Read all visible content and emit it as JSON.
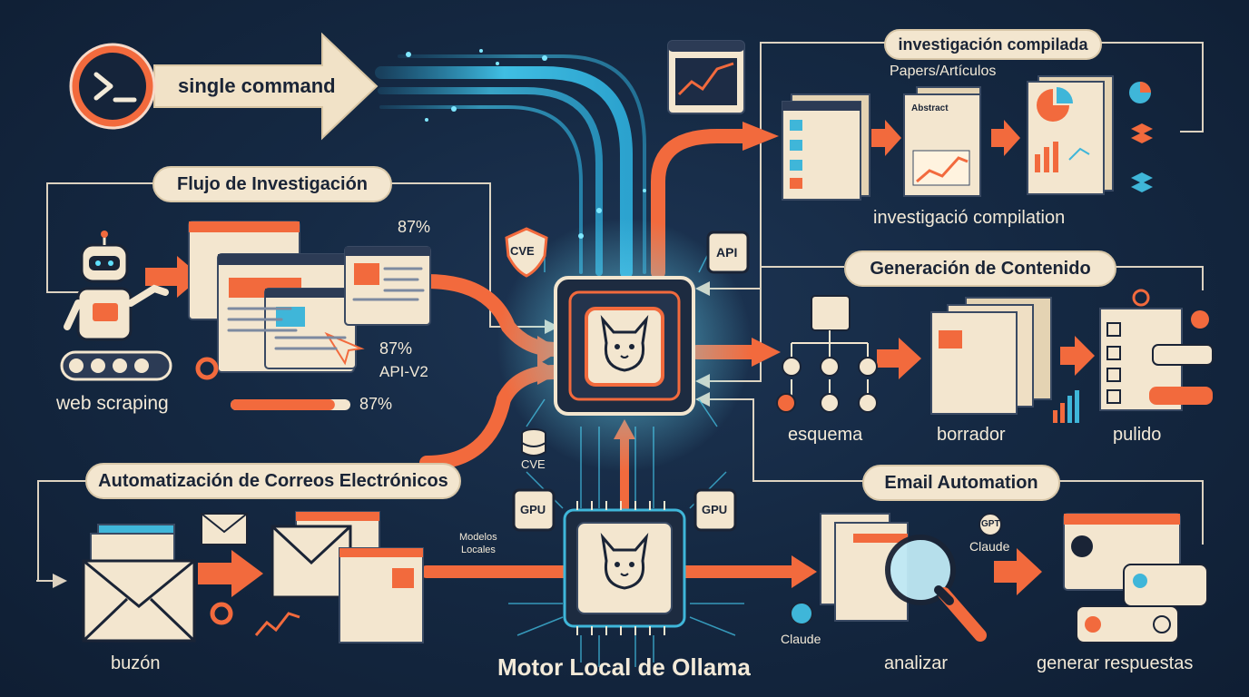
{
  "command": {
    "label": "single command"
  },
  "sections": {
    "research": "Flujo de Investigación",
    "compiled": "investigación compilada",
    "content": "Generación de Contenido",
    "email_es": "Automatización de Correos Electrónicos",
    "email_en": "Email Automation"
  },
  "research": {
    "percent_top": "87%",
    "percent_mid": "87%",
    "percent_bar": "87%",
    "api_label": "API-V2",
    "web_scraping": "web scraping",
    "progress": 0.87
  },
  "compiled": {
    "papers": "Papers/Artículos",
    "abstract": "Abstract",
    "compilation": "investigació compilation"
  },
  "content": {
    "schema": "esquema",
    "draft": "borrador",
    "polished": "pulido"
  },
  "center": {
    "cve_shield": "CVE",
    "api_chip": "API",
    "cve_db": "CVE",
    "gpu_left": "GPU",
    "gpu_right": "GPU",
    "models_line1": "Modelos",
    "models_line2": "Locales",
    "engine_title": "Motor Local de Ollama"
  },
  "email": {
    "inbox": "buzón",
    "gpt": "GPT",
    "claude_top": "Claude",
    "claude_bottom": "Claude",
    "analyze": "analizar",
    "generate": "generar respuestas"
  },
  "colors": {
    "background": "#14233a",
    "accent_orange": "#f26a3d",
    "accent_cyan": "#3fd4f5",
    "cream": "#f3e6cf",
    "ink": "#1a2436"
  }
}
